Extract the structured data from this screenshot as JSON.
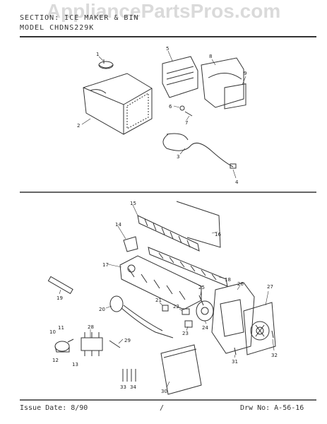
{
  "watermark": "AppliancePartsPros.com",
  "header": {
    "section": "SECTION: ICE MAKER & BIN",
    "model": "MODEL  CHDNS229K"
  },
  "footer": {
    "issue": "Issue Date: 8/90",
    "drawing": "Drw No: A-56-16",
    "mark": "/"
  },
  "callouts": [
    "1",
    "2",
    "3",
    "4",
    "5",
    "6",
    "7",
    "8",
    "9",
    "10",
    "11",
    "12",
    "13",
    "14",
    "15",
    "16",
    "17",
    "18",
    "19",
    "20",
    "21",
    "22",
    "23",
    "24",
    "25",
    "26",
    "27",
    "28",
    "29",
    "30",
    "31",
    "32",
    "33",
    "34"
  ]
}
